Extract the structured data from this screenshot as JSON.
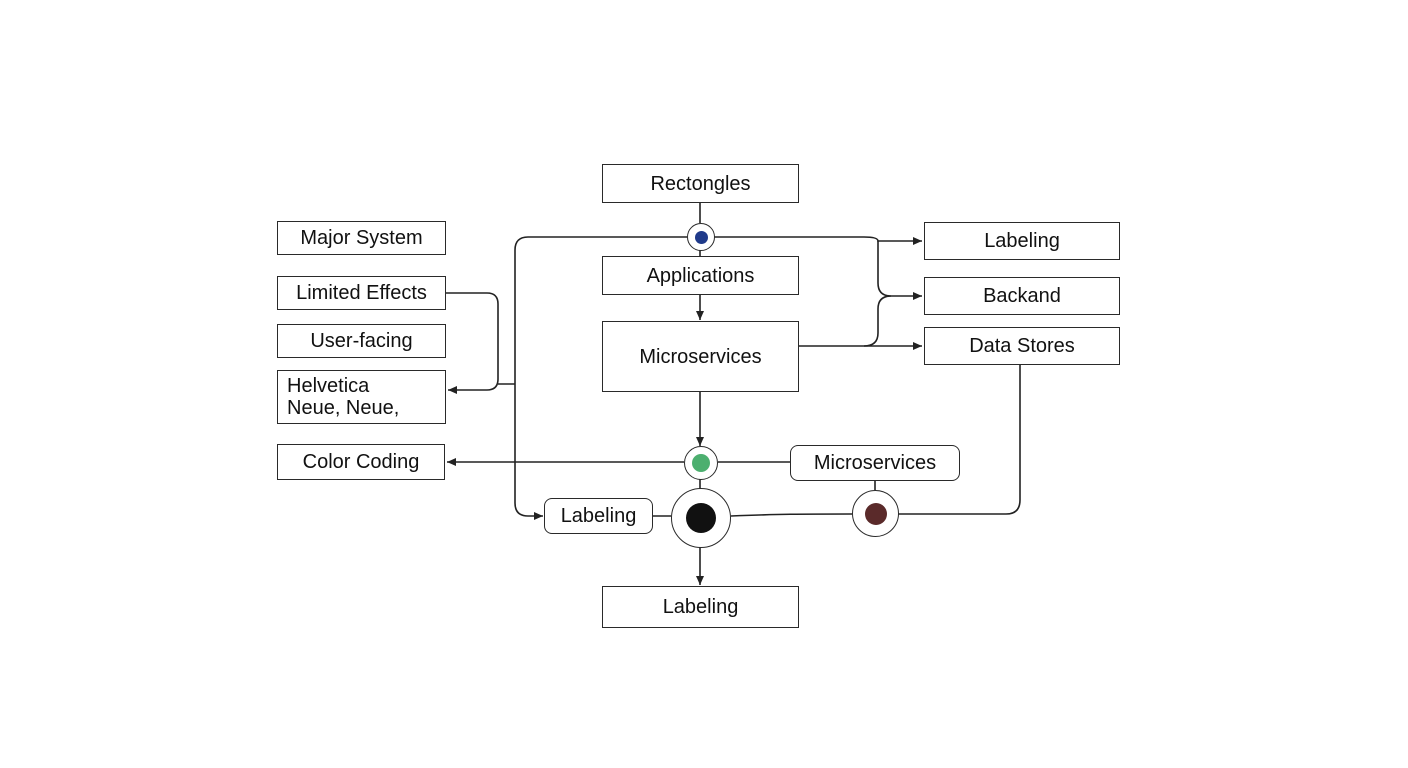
{
  "diagram": {
    "nodes": {
      "rectongles": "Rectongles",
      "applications": "Applications",
      "microservices_main": "Microservices",
      "labeling_bottom": "Labeling",
      "major_system": "Major System",
      "limited_effects": "Limited Effects",
      "user_facing": "User-facing",
      "helvetica": "Helvetica Neue, Neue,",
      "color_coding": "Color Coding",
      "labeling_right": "Labeling",
      "backand": "Backand",
      "data_stores": "Data Stores",
      "microservices_pill": "Microservices",
      "labeling_pill": "Labeling"
    },
    "junctions": {
      "top": {
        "color": "#1f3a8a"
      },
      "middle": {
        "color": "#4caf6f"
      },
      "center": {
        "color": "#111111"
      },
      "right": {
        "color": "#5a2a2a"
      }
    }
  }
}
